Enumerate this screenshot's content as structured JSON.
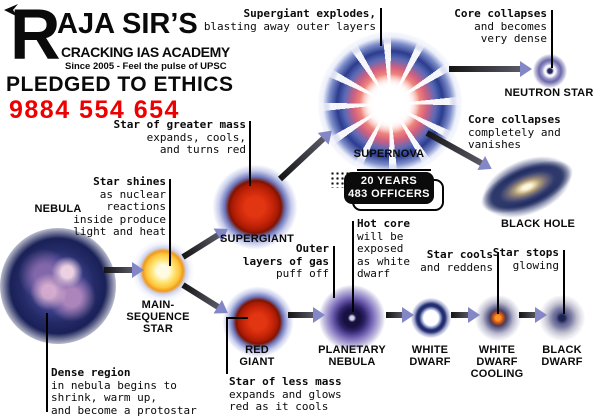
{
  "brand": {
    "initial": "R",
    "name": "AJA SIR’S",
    "academy": "CRACKING IAS ACADEMY",
    "tagline": "Since 2005 - Feel the pulse of UPSC",
    "pledge": "PLEDGED TO ETHICS",
    "phone": "9884 554 654",
    "phone_color": "#ee0000",
    "text_color": "#0a0a0a"
  },
  "badge": {
    "line1": "20 YEARS",
    "line2": "483 OFFICERS",
    "bg_color": "#0b0b0b",
    "text_color": "#ffffff"
  },
  "stages": {
    "nebula": {
      "label": "NEBULA"
    },
    "main_sequence": {
      "label": "MAIN-\nSEQUENCE\nSTAR"
    },
    "supergiant": {
      "label": "SUPERGIANT"
    },
    "supernova": {
      "label": "SUPERNOVA"
    },
    "neutron_star": {
      "label": "NEUTRON STAR"
    },
    "black_hole": {
      "label": "BLACK HOLE"
    },
    "red_giant": {
      "label": "RED\nGIANT"
    },
    "planetary_nebula": {
      "label": "PLANETARY\nNEBULA"
    },
    "white_dwarf": {
      "label": "WHITE\nDWARF"
    },
    "white_dwarf_cooling": {
      "label": "WHITE\nDWARF\nCOOLING"
    },
    "black_dwarf": {
      "label": "BLACK\nDWARF"
    }
  },
  "annotations": {
    "supergiant_explodes": {
      "lead": "Supergiant explodes,",
      "rest": "blasting away outer layers"
    },
    "core_collapses_dense": {
      "lead": "Core collapses",
      "rest": "and becomes\nvery dense"
    },
    "core_collapses_vanishes": {
      "lead": "Core collapses",
      "rest": "completely and\nvanishes"
    },
    "star_greater_mass": {
      "lead": "Star of greater mass",
      "rest": "expands, cools,\nand turns red"
    },
    "star_shines": {
      "lead": "Star shines",
      "rest": "as nuclear\nreactions\ninside produce\nlight and heat"
    },
    "dense_region": {
      "lead": "Dense region",
      "rest": "in nebula begins to\nshrink, warm up,\nand become a protostar"
    },
    "outer_layers": {
      "lead": "Outer\nlayers of gas",
      "rest": "puff off"
    },
    "hot_core": {
      "lead": "Hot core",
      "rest": "will be\nexposed\nas white\ndwarf"
    },
    "star_less_mass": {
      "lead": "Star of less mass",
      "rest": "expands and glows\nred as it cools"
    },
    "star_cools": {
      "lead": "Star cools",
      "rest": "and reddens"
    },
    "star_stops": {
      "lead": "Star stops",
      "rest": "glowing"
    }
  }
}
